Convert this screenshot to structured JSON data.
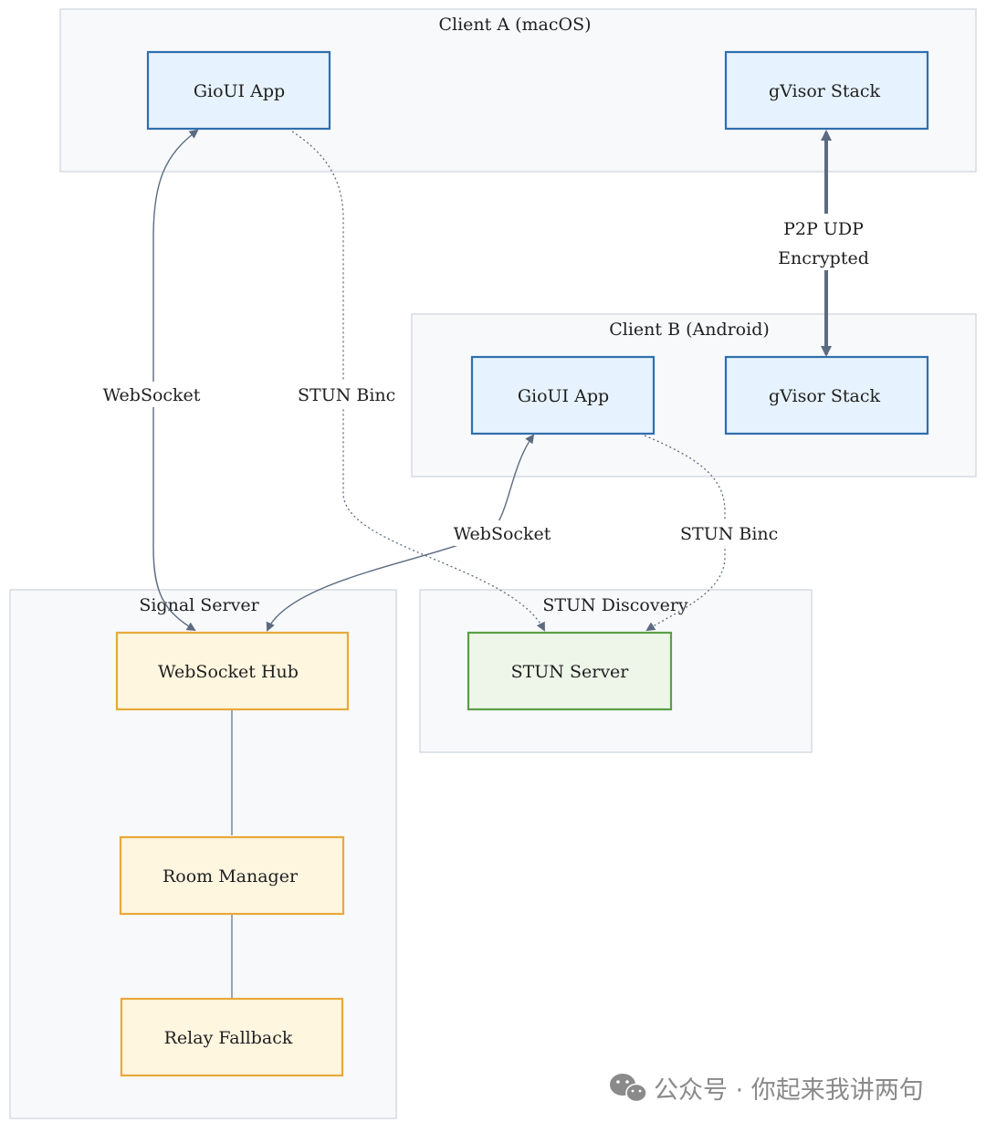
{
  "diagram": {
    "clusters": [
      {
        "id": "client-a",
        "label": "Client A (macOS)"
      },
      {
        "id": "client-b",
        "label": "Client B (Android)"
      },
      {
        "id": "signal-server",
        "label": "Signal Server"
      },
      {
        "id": "stun-discovery",
        "label": "STUN Discovery"
      }
    ],
    "nodes": [
      {
        "id": "a-gioui",
        "label": "GioUI App",
        "cluster": "client-a",
        "kind": "client"
      },
      {
        "id": "a-gvisor",
        "label": "gVisor Stack",
        "cluster": "client-a",
        "kind": "client"
      },
      {
        "id": "b-gioui",
        "label": "GioUI App",
        "cluster": "client-b",
        "kind": "client"
      },
      {
        "id": "b-gvisor",
        "label": "gVisor Stack",
        "cluster": "client-b",
        "kind": "client"
      },
      {
        "id": "ws-hub",
        "label": "WebSocket Hub",
        "cluster": "signal-server",
        "kind": "server"
      },
      {
        "id": "room-manager",
        "label": "Room Manager",
        "cluster": "signal-server",
        "kind": "server"
      },
      {
        "id": "relay-fallback",
        "label": "Relay Fallback",
        "cluster": "signal-server",
        "kind": "server"
      },
      {
        "id": "stun-server",
        "label": "STUN Server",
        "cluster": "stun-discovery",
        "kind": "stun"
      }
    ],
    "edges": [
      {
        "from": "ws-hub",
        "to": "a-gioui",
        "label": "WebSocket",
        "style": "solid",
        "arrows": "both"
      },
      {
        "from": "a-gioui",
        "to": "stun-server",
        "label": "STUN Binc",
        "style": "dotted",
        "arrows": "end"
      },
      {
        "from": "a-gvisor",
        "to": "b-gvisor",
        "label_lines": [
          "P2P UDP",
          "Encrypted"
        ],
        "style": "thick",
        "arrows": "both"
      },
      {
        "from": "ws-hub",
        "to": "b-gioui",
        "label": "WebSocket",
        "style": "solid",
        "arrows": "both"
      },
      {
        "from": "b-gioui",
        "to": "stun-server",
        "label": "STUN Binc",
        "style": "dotted",
        "arrows": "end"
      },
      {
        "from": "ws-hub",
        "to": "room-manager",
        "label": "",
        "style": "solid",
        "arrows": "none"
      },
      {
        "from": "room-manager",
        "to": "relay-fallback",
        "label": "",
        "style": "solid",
        "arrows": "none"
      }
    ]
  },
  "watermark": {
    "text": "公众号 · 你起来我讲两句",
    "icon": "wechat-icon"
  },
  "colors": {
    "cluster_fill": "#f8f9fb",
    "cluster_stroke": "#d6dbe3",
    "client_fill": "#e6f2fd",
    "client_stroke": "#2f6fad",
    "server_fill": "#fff6e0",
    "server_stroke": "#e8a93a",
    "stun_fill": "#edf6e8",
    "stun_stroke": "#5b9e46",
    "edge": "#5c6b80"
  }
}
